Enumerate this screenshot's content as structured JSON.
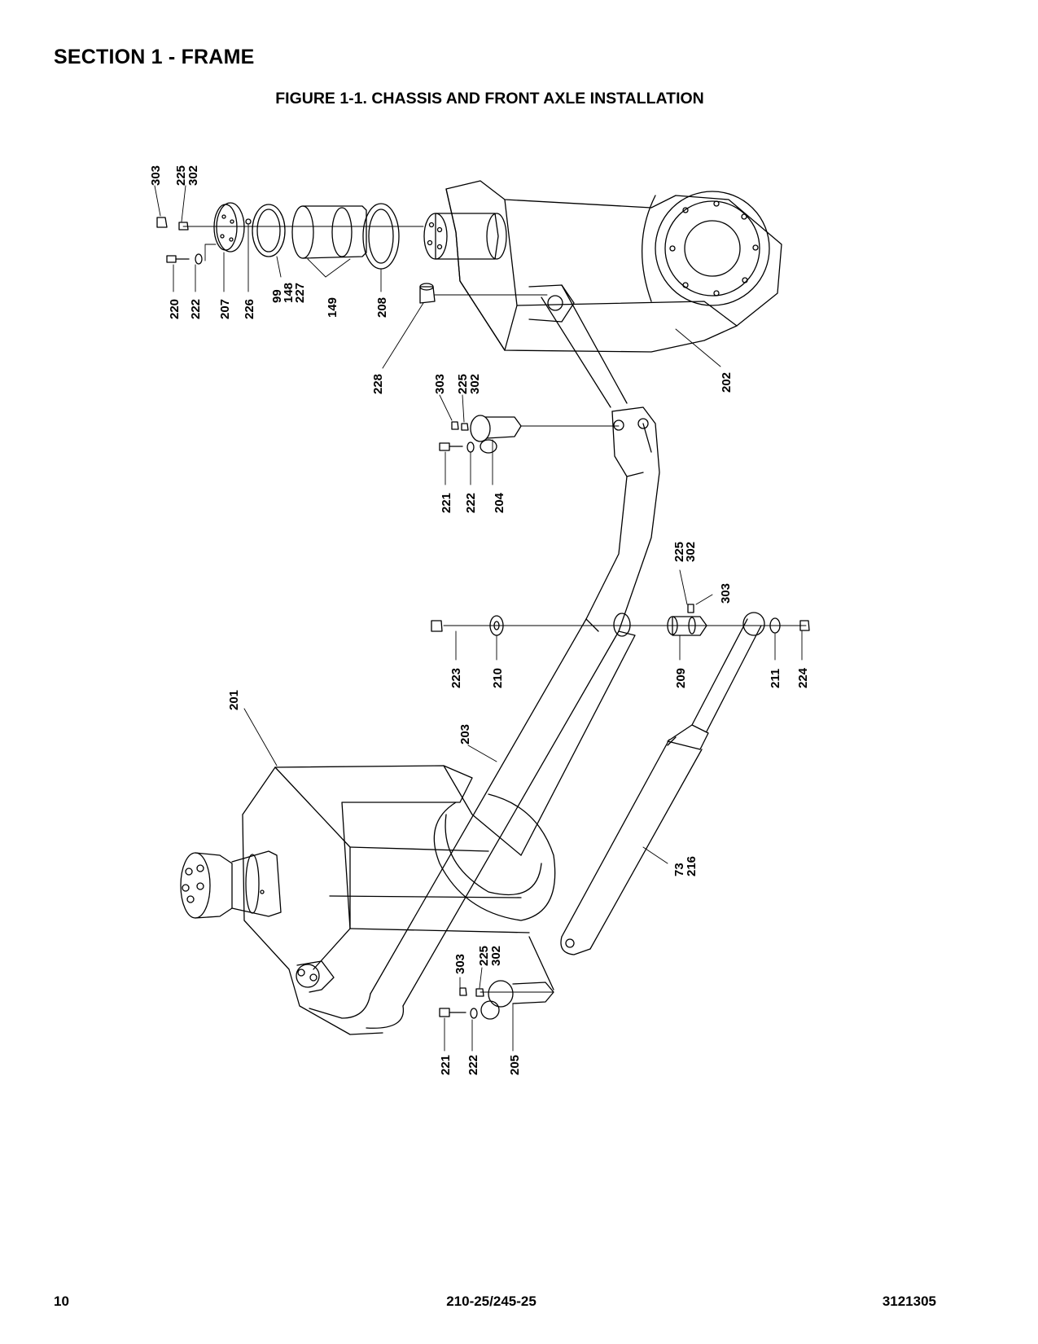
{
  "header": {
    "section_title": "SECTION 1 - FRAME",
    "figure_title": "FIGURE 1-1. CHASSIS AND FRONT AXLE INSTALLATION"
  },
  "callouts": [
    {
      "id": "c303a",
      "text": "303"
    },
    {
      "id": "c225_302a",
      "lines": [
        "225",
        "302"
      ]
    },
    {
      "id": "c220",
      "text": "220"
    },
    {
      "id": "c222a",
      "text": "222"
    },
    {
      "id": "c207",
      "text": "207"
    },
    {
      "id": "c226",
      "text": "226"
    },
    {
      "id": "c99_148_227",
      "lines": [
        "99",
        "148",
        "227"
      ]
    },
    {
      "id": "c149",
      "text": "149"
    },
    {
      "id": "c208",
      "text": "208"
    },
    {
      "id": "c228",
      "text": "228"
    },
    {
      "id": "c202",
      "text": "202"
    },
    {
      "id": "c303b",
      "text": "303"
    },
    {
      "id": "c225_302b",
      "lines": [
        "225",
        "302"
      ]
    },
    {
      "id": "c221a",
      "text": "221"
    },
    {
      "id": "c222b",
      "text": "222"
    },
    {
      "id": "c204",
      "text": "204"
    },
    {
      "id": "c225_302c",
      "lines": [
        "225",
        "302"
      ]
    },
    {
      "id": "c303c",
      "text": "303"
    },
    {
      "id": "c223",
      "text": "223"
    },
    {
      "id": "c210",
      "text": "210"
    },
    {
      "id": "c209",
      "text": "209"
    },
    {
      "id": "c211",
      "text": "211"
    },
    {
      "id": "c224",
      "text": "224"
    },
    {
      "id": "c201",
      "text": "201"
    },
    {
      "id": "c203",
      "text": "203"
    },
    {
      "id": "c73_216",
      "lines": [
        "73",
        "216"
      ]
    },
    {
      "id": "c303d",
      "text": "303"
    },
    {
      "id": "c225_302d",
      "lines": [
        "225",
        "302"
      ]
    },
    {
      "id": "c221b",
      "text": "221"
    },
    {
      "id": "c222c",
      "text": "222"
    },
    {
      "id": "c205",
      "text": "205"
    }
  ],
  "footer": {
    "page_number": "10",
    "model": "210-25/245-25",
    "doc_number": "3121305"
  }
}
